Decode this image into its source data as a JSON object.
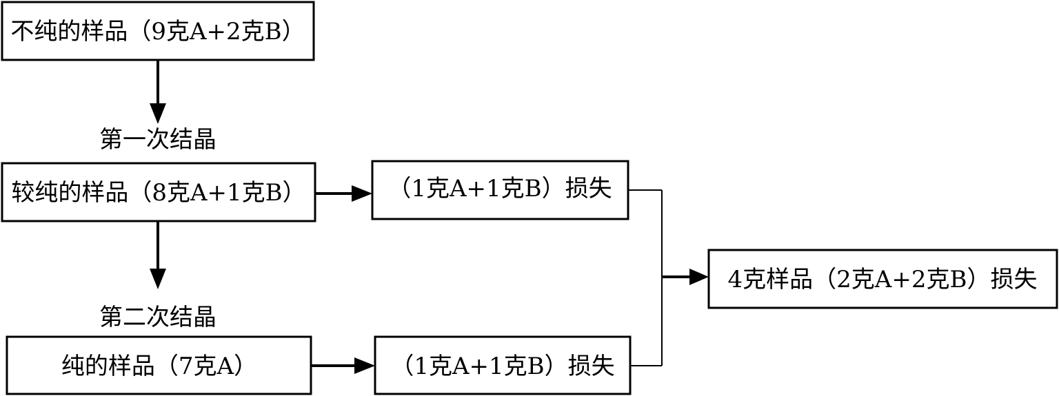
{
  "nodes": {
    "impure": "不纯的样品（9克A+2克B）",
    "purer": "较纯的样品（8克A+1克B）",
    "pure": "纯的样品（7克A）",
    "loss1": "（1克A+1克B）损失",
    "loss2": "（1克A+1克B）损失",
    "total_loss": "4克样品（2克A+2克B）损失"
  },
  "steps": {
    "first": "第一次结晶",
    "second": "第二次结晶"
  },
  "colors": {
    "line": "#000000",
    "box_fill": "#ffffff",
    "text": "#000000"
  }
}
